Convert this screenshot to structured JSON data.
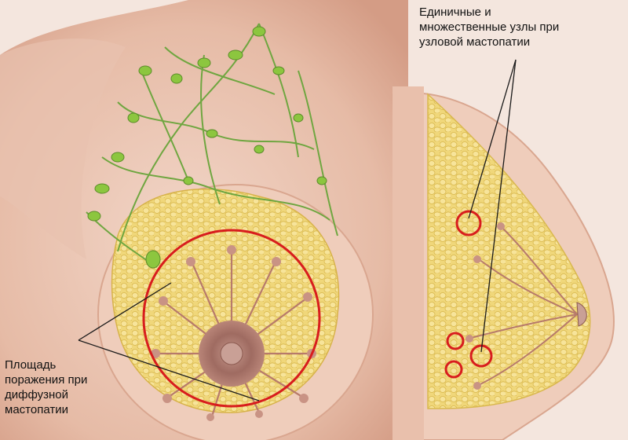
{
  "annotations": {
    "nodular": {
      "lines": [
        "Единичные и",
        "множественные узлы при",
        "узловой мастопатии"
      ]
    },
    "diffuse": {
      "lines": [
        "Площадь",
        "поражения при",
        "диффузной",
        "мастопатии"
      ]
    }
  },
  "colors": {
    "skin": "#ecc9b7",
    "skin_shadow": "#d9a68f",
    "gland": "#f3dc7a",
    "lymph": "#6fa640",
    "lymph_node": "#8cc63f",
    "ducts": "#b77a6b",
    "areola": "#a9746a",
    "highlight_circle": "#d81d1d"
  }
}
